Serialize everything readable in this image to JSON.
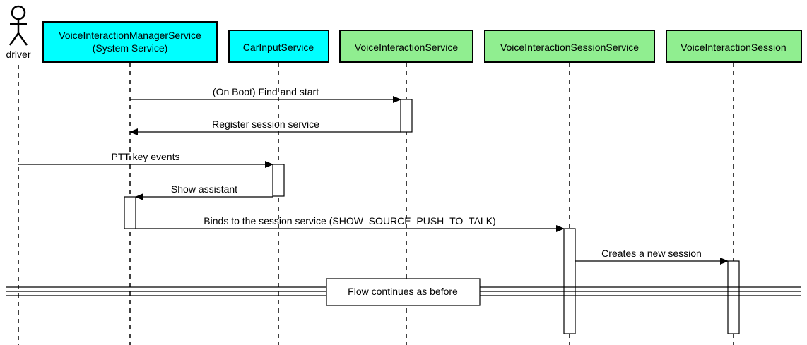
{
  "colors": {
    "system_service": "#00ffff",
    "app_service": "#90ee90",
    "line": "#000000"
  },
  "actor": {
    "label": "driver",
    "icon": "stick-figure-icon"
  },
  "participants": [
    {
      "key": "vims",
      "line1": "VoiceInteractionManagerService",
      "line2": "(System Service)"
    },
    {
      "key": "car",
      "line1": "CarInputService"
    },
    {
      "key": "vis",
      "line1": "VoiceInteractionService"
    },
    {
      "key": "viss",
      "line1": "VoiceInteractionSessionService"
    },
    {
      "key": "vsess",
      "line1": "VoiceInteractionSession"
    }
  ],
  "messages": [
    {
      "label": "(On Boot) Find and start",
      "from": "vims",
      "to": "vis"
    },
    {
      "label": "Register session service",
      "from": "vis",
      "to": "vims"
    },
    {
      "label": "PTT key events",
      "from": "driver",
      "to": "car"
    },
    {
      "label": "Show assistant",
      "from": "car",
      "to": "vims"
    },
    {
      "label": "Binds to the session service (SHOW_SOURCE_PUSH_TO_TALK)",
      "from": "vims",
      "to": "viss"
    },
    {
      "label": "Creates a new session",
      "from": "viss",
      "to": "vsess"
    }
  ],
  "divider": {
    "label": "Flow continues as before"
  }
}
